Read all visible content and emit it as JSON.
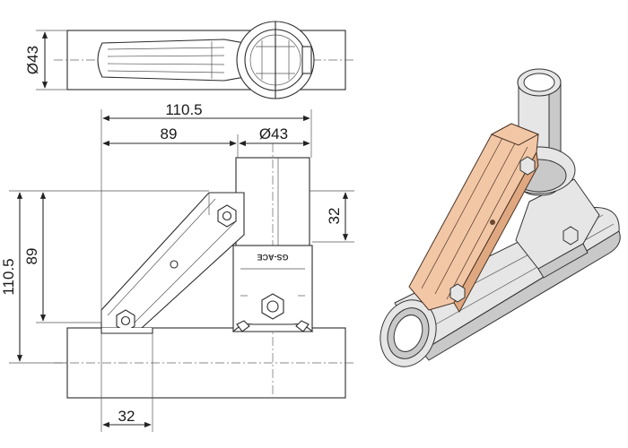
{
  "dimensions": {
    "top_view_diameter": "Ø43",
    "overall_width": "110.5",
    "arm_width": "89",
    "pipe_diameter": "Ø43",
    "vertical_offset": "32",
    "overall_height": "110.5",
    "arm_height": "89",
    "bottom_offset": "32"
  },
  "part_marking": "GS-ACE",
  "colors": {
    "arm_iso": "#f2c7a6",
    "metal": "#e6e6e6",
    "line": "#2b2b2b"
  }
}
